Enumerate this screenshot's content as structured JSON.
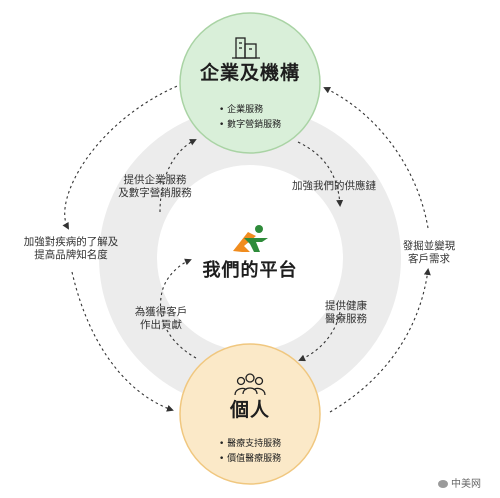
{
  "top_node": {
    "title": "企業及機構",
    "items": [
      "企業服務",
      "數字營銷服務"
    ],
    "icon": "building-icon",
    "fill": "#d9efd9",
    "stroke": "#a9d3a4"
  },
  "bottom_node": {
    "title": "個人",
    "items": [
      "醫療支持服務",
      "價值醫療服務"
    ],
    "icon": "people-icon",
    "fill": "#fbe9c8",
    "stroke": "#f0c77f"
  },
  "center": {
    "title": "我們的平台",
    "icon": "running-person-logo",
    "logo_orange": "#f08c1e",
    "logo_green": "#2e8b3a"
  },
  "ring_color": "#ececec",
  "labels": {
    "inner_top_left": [
      "提供企業服務",
      "及數字營銷服務"
    ],
    "inner_top_right": [
      "加強我們的供應鏈"
    ],
    "inner_bottom_left": [
      "為獲得客戶",
      "作出貢獻"
    ],
    "inner_bottom_right": [
      "提供健康",
      "醫療服務"
    ],
    "outer_left": [
      "加強對疾病的了解及",
      "提高品牌知名度"
    ],
    "outer_right": [
      "發掘並變現",
      "客戶需求"
    ]
  },
  "watermark": {
    "icon": "wechat-icon",
    "text": "中美网"
  }
}
